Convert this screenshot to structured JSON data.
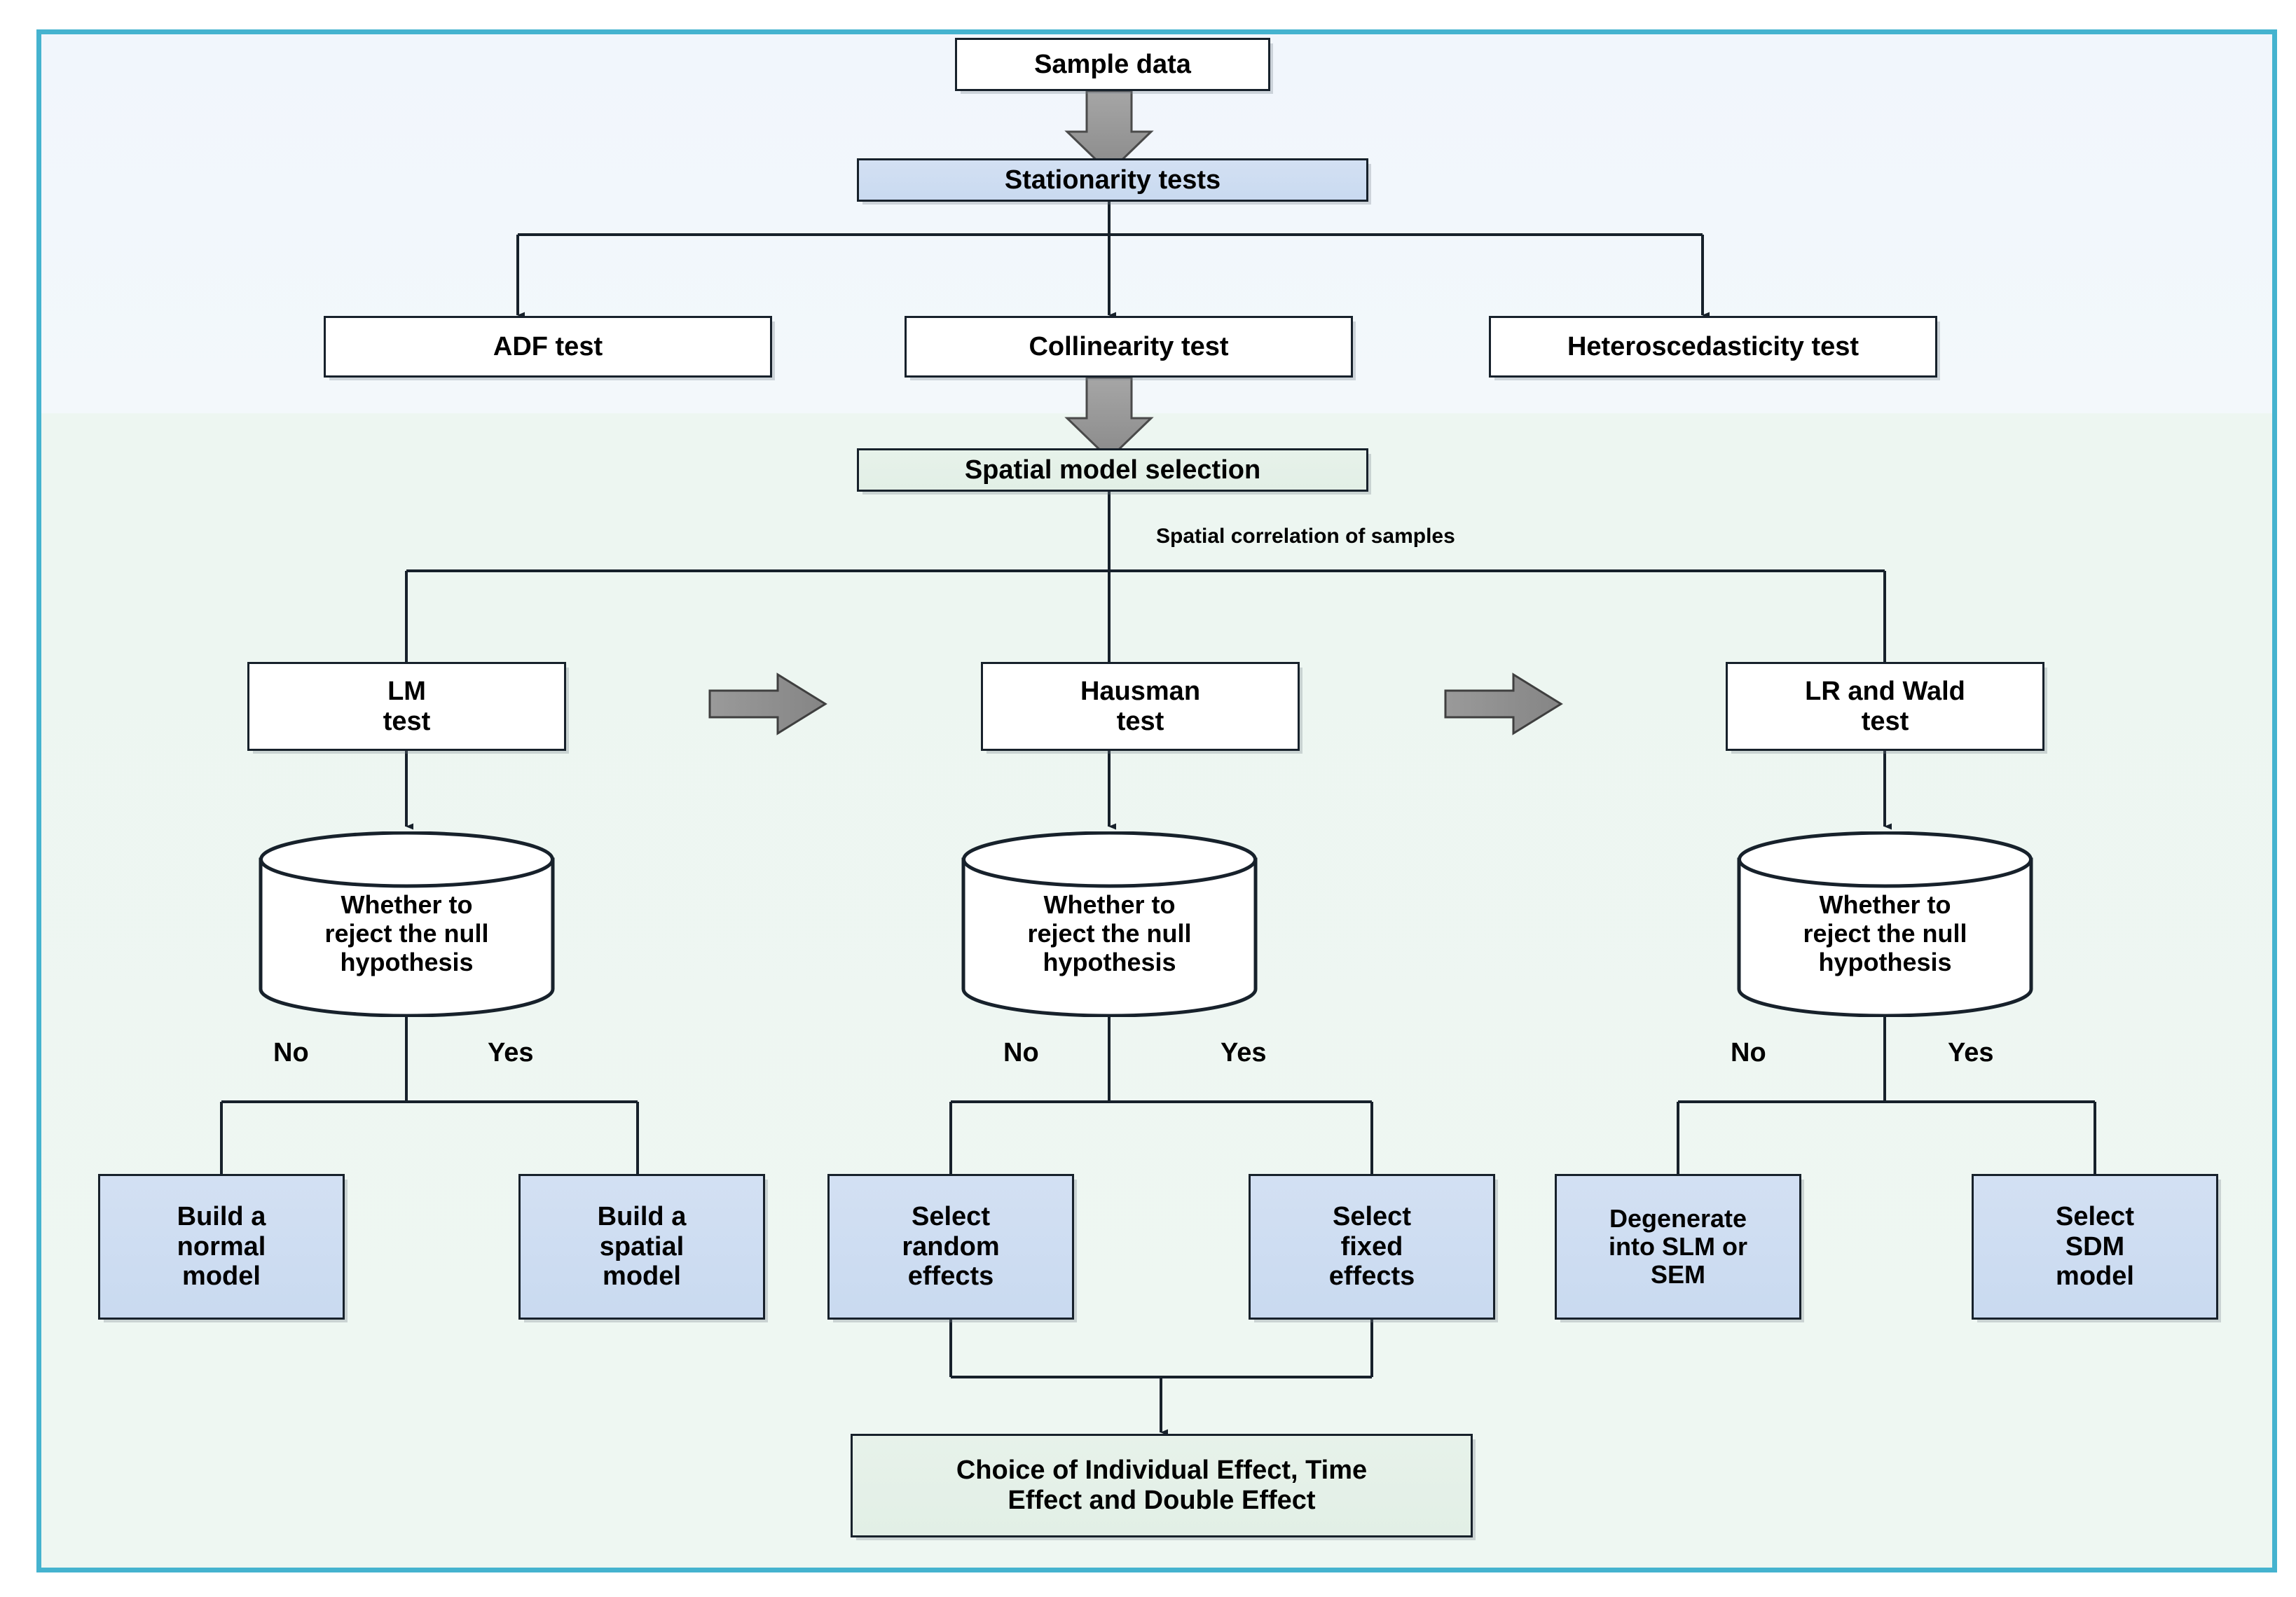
{
  "diagram": {
    "title": "Spatial econometric model selection flowchart",
    "colors": {
      "frame_border": "#45b3cf",
      "background_top": "#f2f7fb",
      "background_bottom": "#eef7f2",
      "box_blue": "#cfdef2",
      "box_green": "#e5f0e9",
      "box_white": "#ffffff",
      "connector": "#17212b",
      "block_arrow": "#8c8c8c"
    },
    "nodes": {
      "sample_data": "Sample data",
      "stationarity_tests": "Stationarity tests",
      "adf_test": "ADF test",
      "collinearity_test": "Collinearity test",
      "heteroscedasticity_test": "Heteroscedasticity test",
      "spatial_model_selection": "Spatial model selection",
      "lm_test_line1": "LM",
      "lm_test_line2": "test",
      "hausman_test_line1": "Hausman",
      "hausman_test_line2": "test",
      "lr_wald_test_line1": "LR  and Wald",
      "lr_wald_test_line2": "test",
      "decision_left_line1": "Whether to",
      "decision_left_line2": "reject the null",
      "decision_left_line3": "hypothesis",
      "decision_mid_line1": "Whether to",
      "decision_mid_line2": "reject the null",
      "decision_mid_line3": "hypothesis",
      "decision_right_line1": "Whether to",
      "decision_right_line2": "reject the null",
      "decision_right_line3": "hypothesis",
      "build_normal_model_line1": "Build a",
      "build_normal_model_line2": "normal",
      "build_normal_model_line3": "model",
      "build_spatial_model_line1": "Build a",
      "build_spatial_model_line2": "spatial",
      "build_spatial_model_line3": "model",
      "select_random_effects_line1": "Select",
      "select_random_effects_line2": "random",
      "select_random_effects_line3": "effects",
      "select_fixed_effects_line1": "Select",
      "select_fixed_effects_line2": "fixed",
      "select_fixed_effects_line3": "effects",
      "degenerate_line1": "Degenerate",
      "degenerate_line2": "into SLM or",
      "degenerate_line3": "SEM",
      "select_sdm_line1": "Select",
      "select_sdm_line2": "SDM",
      "select_sdm_line3": "model",
      "choice_effects_line1": "Choice of Individual Effect, Time",
      "choice_effects_line2": "Effect and Double Effect"
    },
    "edge_labels": {
      "spatial_correlation": "Spatial correlation of samples",
      "left_no": "No",
      "left_yes": "Yes",
      "mid_no": "No",
      "mid_yes": "Yes",
      "right_no": "No",
      "right_yes": "Yes"
    },
    "icons": {
      "block_arrow_1": "block-arrow-down-icon",
      "block_arrow_2": "block-arrow-down-icon",
      "block_arrow_3": "block-arrow-right-icon",
      "block_arrow_4": "block-arrow-right-icon"
    }
  }
}
